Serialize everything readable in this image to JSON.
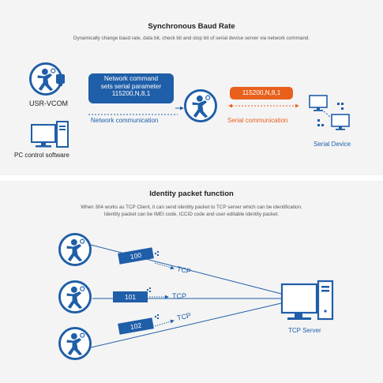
{
  "baud": {
    "title": "Synchronous Baud Rate",
    "subtitle": "Dynamically change baud rate, data bit, check bit and stop bit of serial device server via network command.",
    "vcom_label": "USR-VCOM",
    "pc_label": "PC control software",
    "command_lines": [
      "Network command",
      "sets serial parameter",
      "115200,N,8,1"
    ],
    "network_label": "Network communication",
    "param_label": "115200,N,8,1",
    "serial_label": "Serial communication",
    "device_label": "Serial Device"
  },
  "identity": {
    "title": "Identity packet function",
    "subtitle_lines": [
      "When 304 works as TCP Client, it can send identity packet to TCP server which can be identification.",
      "Identity packet can be IMEI code, ICCID code and user editable identity packet."
    ],
    "packets": [
      {
        "id": "100",
        "proto": "TCP"
      },
      {
        "id": "101",
        "proto": "TCP"
      },
      {
        "id": "102",
        "proto": "TCP"
      }
    ],
    "server_label": "TCP Server"
  },
  "colors": {
    "blue": "#1f5ea8",
    "orange": "#e8601c",
    "background": "#f4f4f4"
  },
  "icons": [
    "user-icon",
    "pc-icon",
    "serial-device-icon",
    "server-icon"
  ]
}
